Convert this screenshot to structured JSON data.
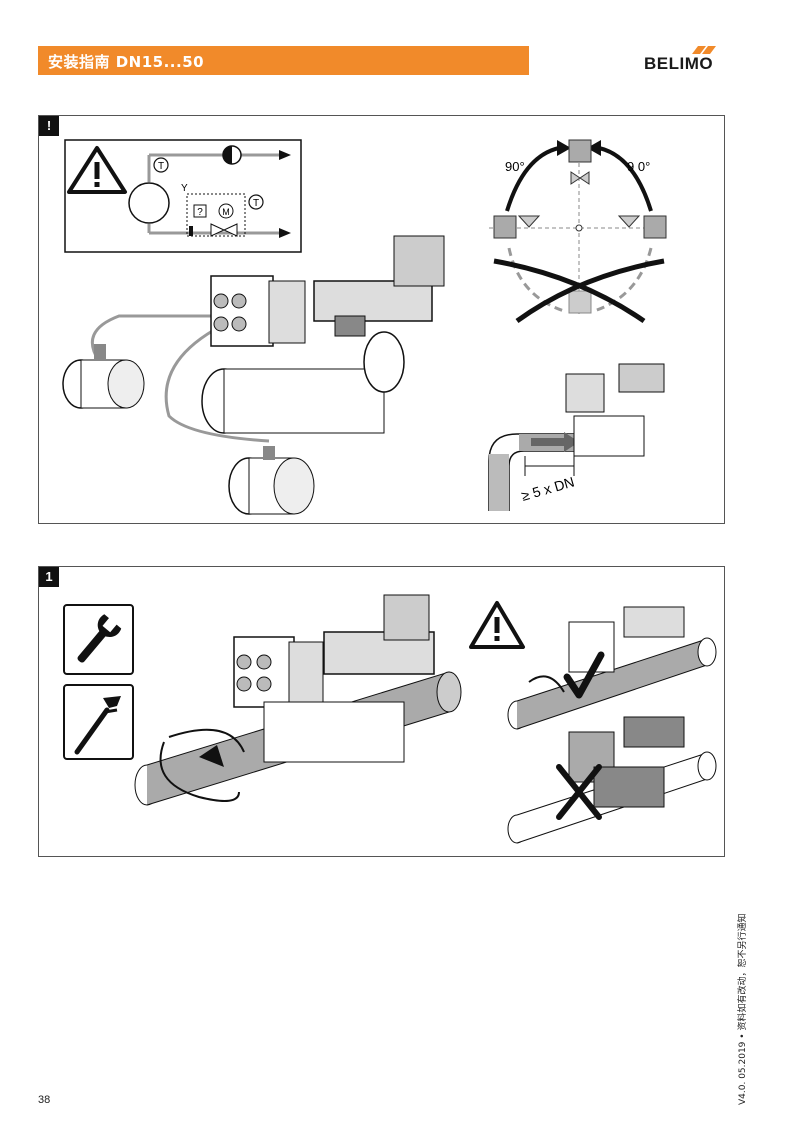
{
  "header": {
    "title": "安装指南  DN15...50",
    "accent_color": "#f18a2a"
  },
  "brand": {
    "logo_text": "BELIMO",
    "logo_icon": "belimo-orange-chevron"
  },
  "panel_warning": {
    "tag": "!",
    "schematic": {
      "warning_icon": "warning-triangle-icon",
      "sensor_label_1": "T",
      "sensor_label_2": "T",
      "control_label": "Y",
      "unknown_label": "?",
      "motor_label": "M"
    },
    "orientation": {
      "angle_left": "90°",
      "angle_right": "9 0°"
    },
    "straight_run": {
      "label": "≥ 5 x DN"
    }
  },
  "panel_step1": {
    "tag": "1",
    "tools": [
      "wrench-icon",
      "pipe-wrench-icon"
    ],
    "warning_icon": "warning-triangle-icon",
    "correct_icon": "checkmark-icon",
    "wrong_icon": "cross-icon"
  },
  "footer": {
    "page_number": "38",
    "version_note": "V4.0. 05.2019 • 资料如有改动，恕不另行通知"
  }
}
